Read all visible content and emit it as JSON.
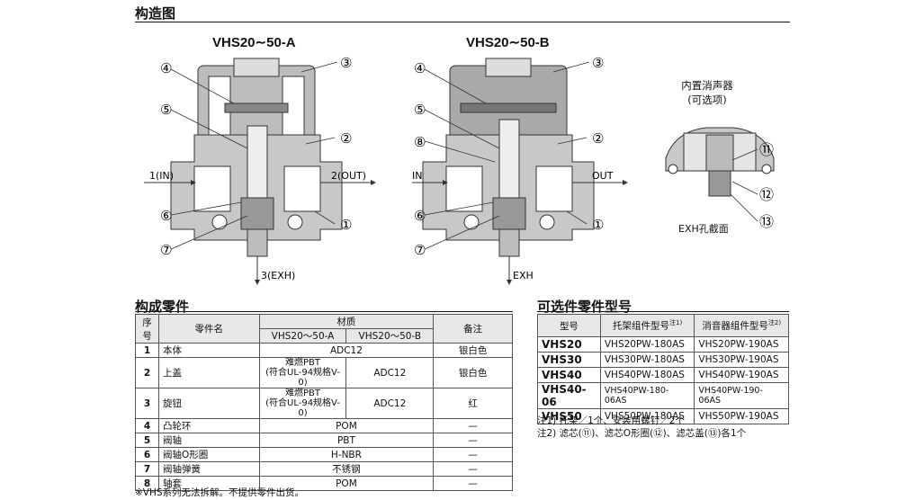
{
  "header": {
    "title": "构造图"
  },
  "diagram_a": {
    "title": "VHS20∼50-A",
    "in_label": "1(IN)",
    "out_label": "2(OUT)",
    "exh_label": "3(EXH)",
    "callouts": [
      "①",
      "②",
      "③",
      "④",
      "⑤",
      "⑥",
      "⑦"
    ]
  },
  "diagram_b": {
    "title": "VHS20∼50-B",
    "in_label": "IN",
    "out_label": "OUT",
    "exh_label": "EXH",
    "callouts": [
      "①",
      "②",
      "③",
      "④",
      "⑤",
      "⑥",
      "⑦",
      "⑧"
    ]
  },
  "muffler": {
    "title_line1": "内置消声器",
    "title_line2": "(可选项)",
    "callouts": [
      "⑪",
      "⑫",
      "⑬"
    ],
    "caption": "EXH孔截面"
  },
  "parts_section": {
    "title": "构成零件",
    "headers": {
      "no": "序号",
      "name": "零件名",
      "material": "材质",
      "va": "VHS20～50-A",
      "vb": "VHS20～50-B",
      "note": "备注"
    },
    "rows": [
      {
        "no": "1",
        "name": "本体",
        "material": "ADC12",
        "note": "银白色"
      },
      {
        "no": "2",
        "name": "上盖",
        "mat_a_1": "难燃PBT",
        "mat_a_2": "(符合UL-94规格V-0)",
        "mat_b": "ADC12",
        "note": "银白色"
      },
      {
        "no": "3",
        "name": "旋钮",
        "mat_a_1": "难燃PBT",
        "mat_a_2": "(符合UL-94规格V-0)",
        "mat_b": "ADC12",
        "note": "红"
      },
      {
        "no": "4",
        "name": "凸轮环",
        "material": "POM",
        "note": "—"
      },
      {
        "no": "5",
        "name": "阀轴",
        "material": "PBT",
        "note": "—"
      },
      {
        "no": "6",
        "name": "阀轴O形圈",
        "material": "H-NBR",
        "note": "—"
      },
      {
        "no": "7",
        "name": "阀轴弹簧",
        "material": "不锈钢",
        "note": "—"
      },
      {
        "no": "8",
        "name": "轴套",
        "material": "POM",
        "note": "—"
      }
    ],
    "footnote": "※VHS系列无法拆解。不提供零件出货。"
  },
  "option_section": {
    "title": "可选件零件型号",
    "headers": {
      "model": "型号",
      "bracket": "托架组件型号",
      "bracket_sup": "注1)",
      "muffler": "消音器组件型号",
      "muffler_sup": "注2)"
    },
    "rows": [
      {
        "model": "VHS20",
        "bracket": "VHS20PW-180AS",
        "muffler": "VHS20PW-190AS"
      },
      {
        "model": "VHS30",
        "bracket": "VHS30PW-180AS",
        "muffler": "VHS30PW-190AS"
      },
      {
        "model": "VHS40",
        "bracket": "VHS40PW-180AS",
        "muffler": "VHS40PW-190AS"
      },
      {
        "model": "VHS40-06",
        "bracket": "VHS40PW-180-06AS",
        "muffler": "VHS40PW-190-06AS"
      },
      {
        "model": "VHS50",
        "bracket": "VHS50PW-180AS",
        "muffler": "VHS50PW-190AS"
      }
    ],
    "note1": "注1) 托架／1个、安装用螺钉／2个",
    "note2": "注2) 滤芯(⑪)、滤芯O形圈(⑫)、滤芯盖(⑬)各1个"
  }
}
